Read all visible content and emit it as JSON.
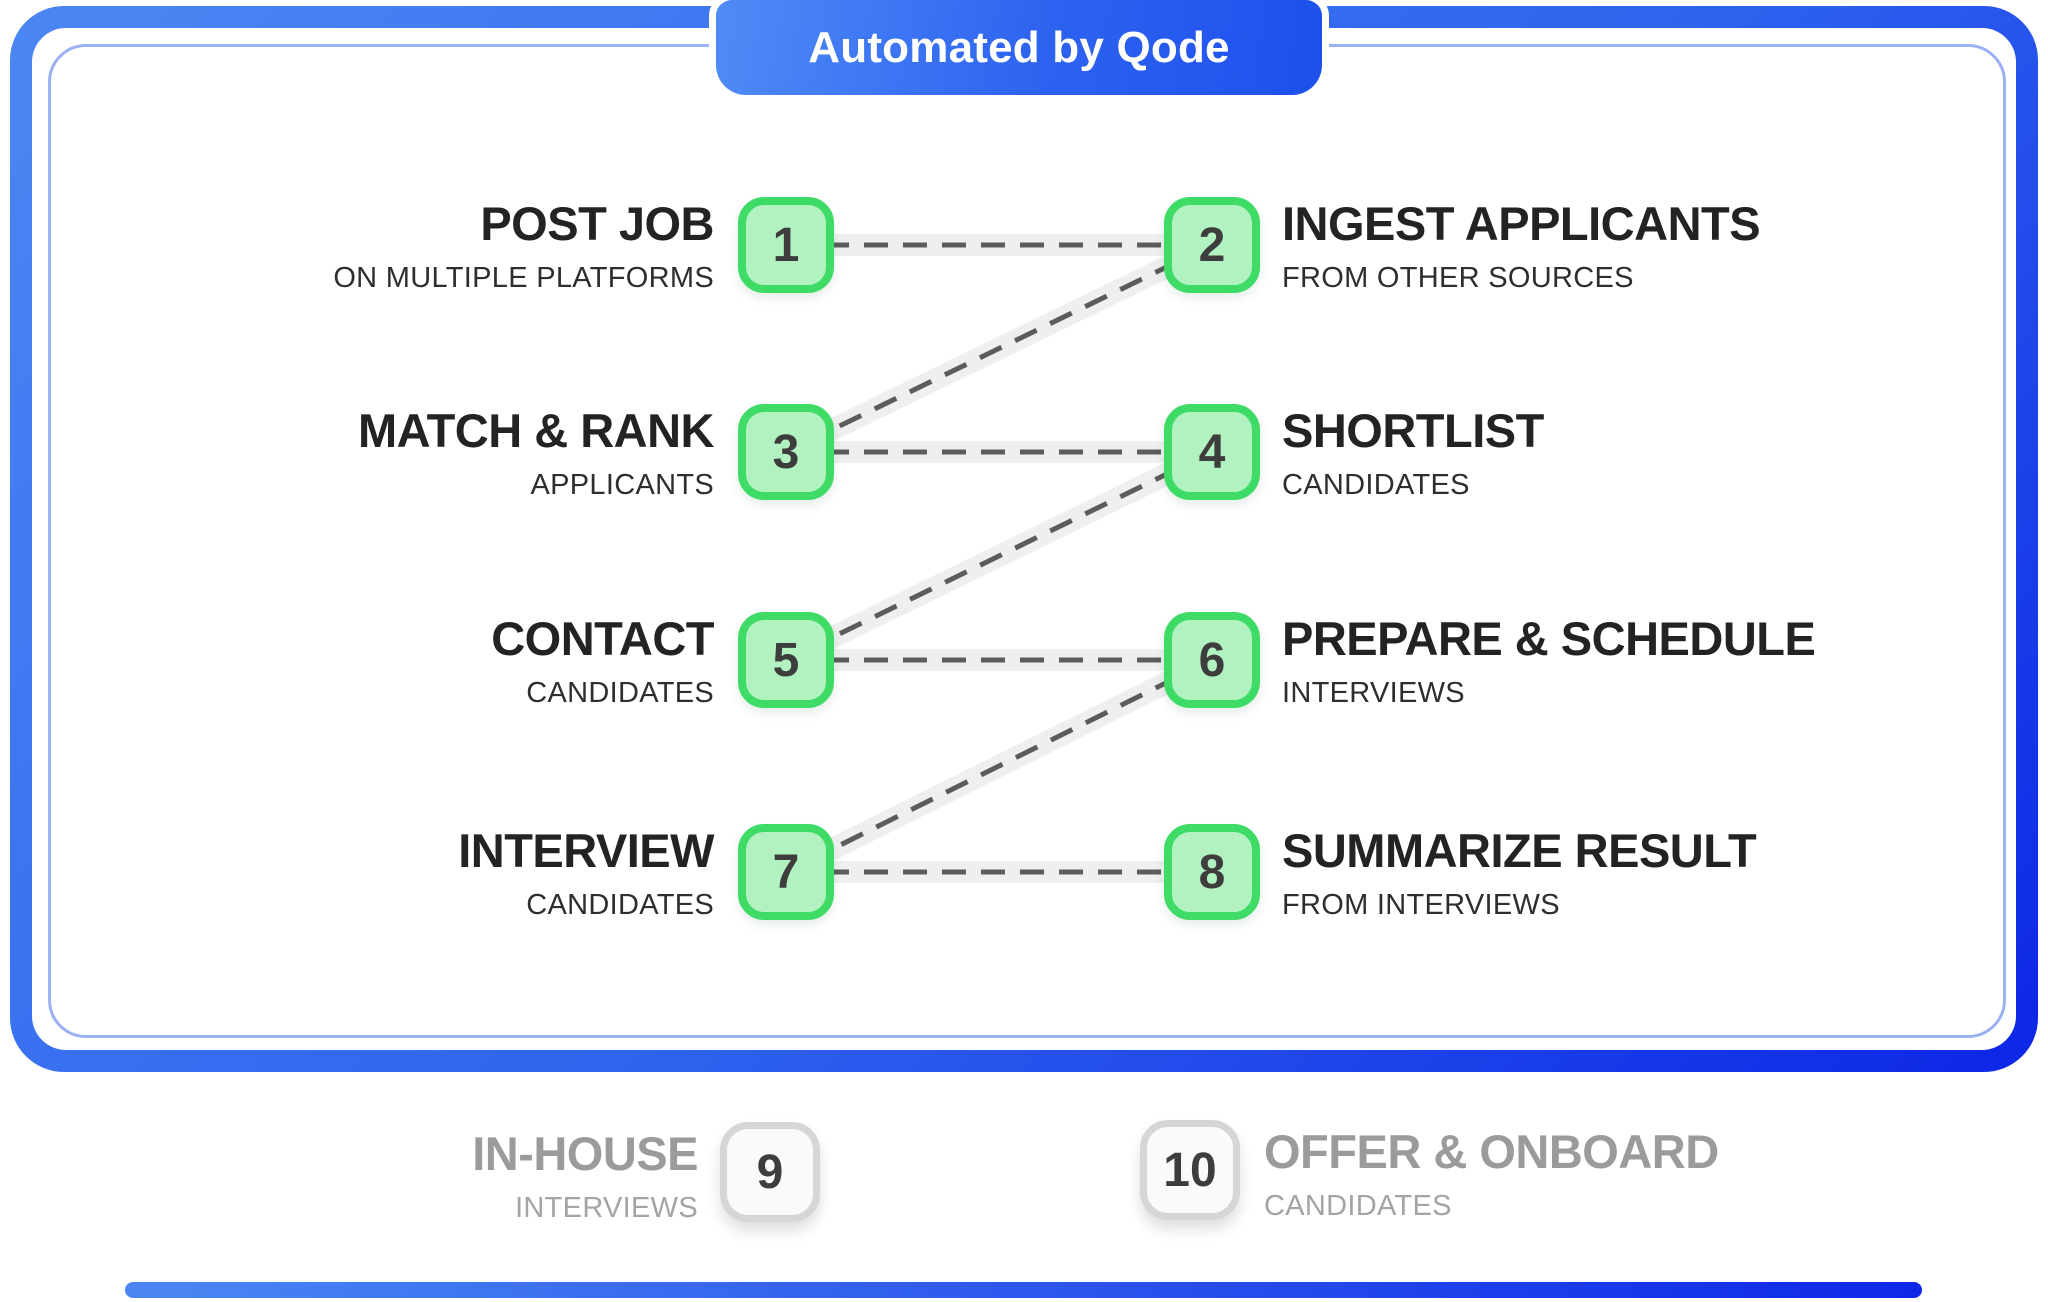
{
  "banner": {
    "label": "Automated by Qode"
  },
  "steps": [
    {
      "num": "1",
      "title": "POST JOB",
      "subtitle": "ON MULTIPLE PLATFORMS",
      "side": "left",
      "automated": true
    },
    {
      "num": "2",
      "title": "INGEST APPLICANTS",
      "subtitle": "FROM OTHER SOURCES",
      "side": "right",
      "automated": true
    },
    {
      "num": "3",
      "title": "MATCH & RANK",
      "subtitle": "APPLICANTS",
      "side": "left",
      "automated": true
    },
    {
      "num": "4",
      "title": "SHORTLIST",
      "subtitle": "CANDIDATES",
      "side": "right",
      "automated": true
    },
    {
      "num": "5",
      "title": "CONTACT",
      "subtitle": "CANDIDATES",
      "side": "left",
      "automated": true
    },
    {
      "num": "6",
      "title": "PREPARE & SCHEDULE",
      "subtitle": "INTERVIEWS",
      "side": "right",
      "automated": true
    },
    {
      "num": "7",
      "title": "INTERVIEW",
      "subtitle": "CANDIDATES",
      "side": "left",
      "automated": true
    },
    {
      "num": "8",
      "title": "SUMMARIZE RESULT",
      "subtitle": "FROM INTERVIEWS",
      "side": "right",
      "automated": true
    },
    {
      "num": "9",
      "title": "IN-HOUSE",
      "subtitle": "INTERVIEWS",
      "side": "left",
      "automated": false
    },
    {
      "num": "10",
      "title": "OFFER & ONBOARD",
      "subtitle": "CANDIDATES",
      "side": "right",
      "automated": false
    }
  ],
  "colors": {
    "frame_blue_start": "#4B87F3",
    "frame_blue_end": "#0C26E6",
    "inner_frame_line": "#9CB0F4",
    "banner_blue_start": "#4F8CF6",
    "banner_blue_end": "#1D50EC",
    "badge_green_fill": "#B2F2C1",
    "badge_green_border": "#3EDC66",
    "badge_gray_fill": "#FAFAFA",
    "badge_gray_border": "#D6D6D6",
    "badge_number": "#3D3D3D",
    "connector_band": "#EFEFEF",
    "connector_dash": "#5C5C5C",
    "title_text": "#232323",
    "subtitle_text": "#2E2E2E",
    "manual_title_text": "#9B9B9B",
    "manual_subtitle_text": "#A4A4A4"
  }
}
